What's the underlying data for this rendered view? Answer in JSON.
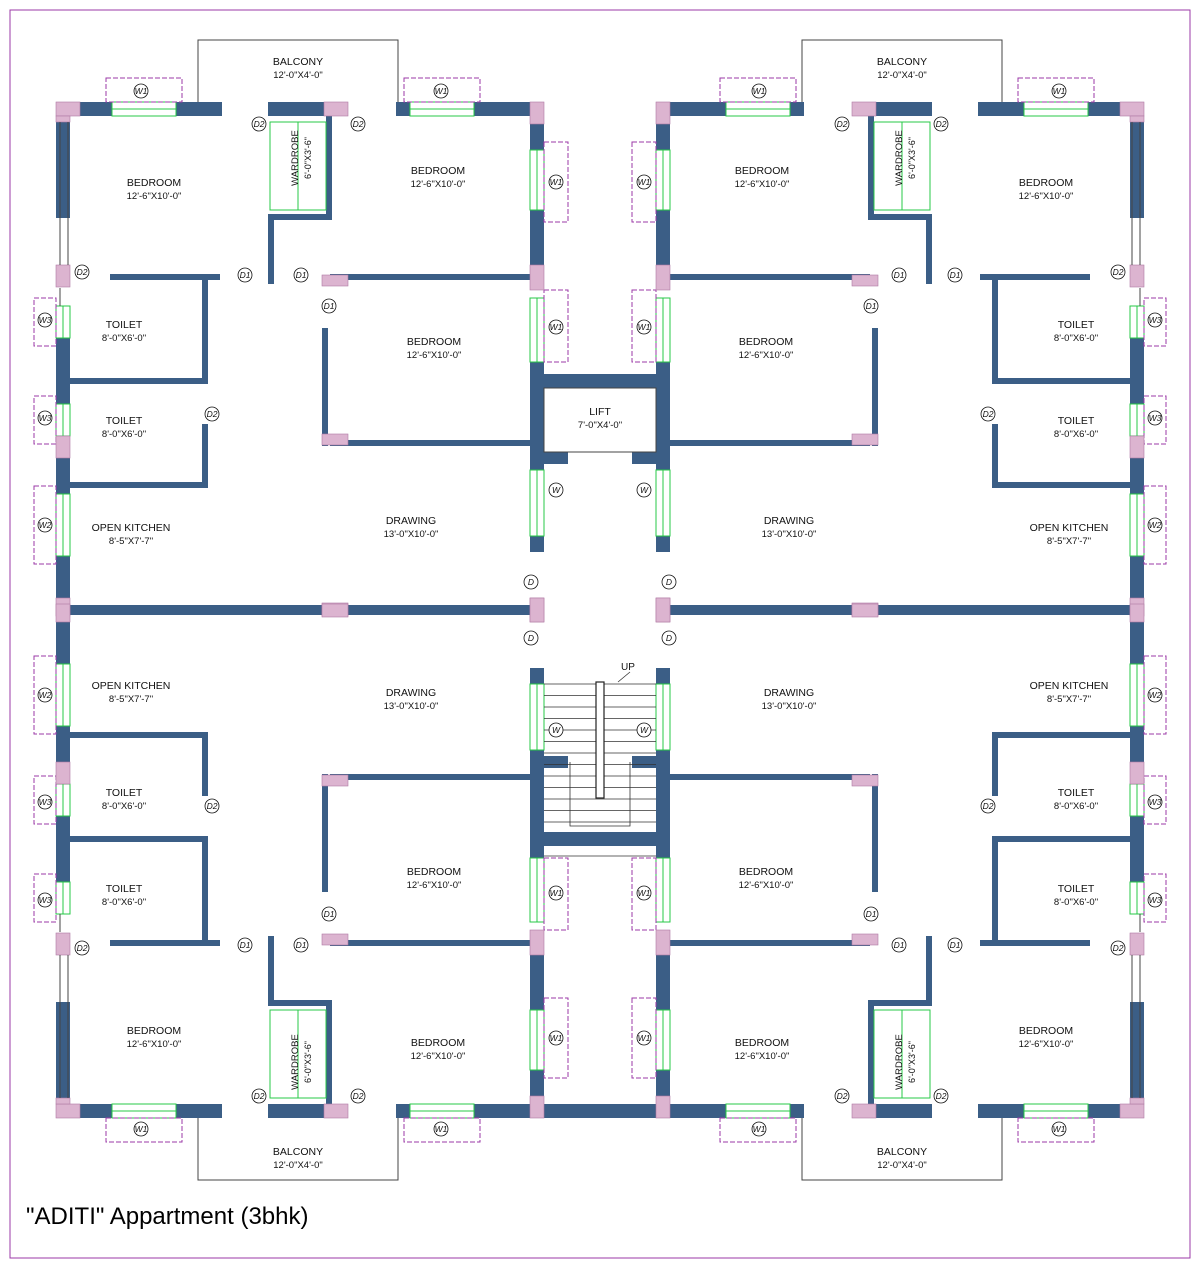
{
  "title": "\"ADITI\" Appartment (3bhk)",
  "colors": {
    "wall": "#3b5e86",
    "column": "#dcb4d0",
    "window": "#27c847",
    "frame": "#9b39a7",
    "line": "#444444"
  },
  "labels": {
    "balcony": "BALCONY",
    "balcony_size": "12'-0\"X4'-0\"",
    "bedroom": "BEDROOM",
    "bedroom_size": "12'-6\"X10'-0\"",
    "wardrobe": "WARDROBE",
    "wardrobe_size": "6'-0\"X3'-6\"",
    "toilet": "TOILET",
    "toilet_size": "8'-0\"X6'-0\"",
    "kitchen": "OPEN KITCHEN",
    "kitchen_size": "8'-5\"X7'-7\"",
    "drawing": "DRAWING",
    "drawing_size": "13'-0\"X10'-0\"",
    "lift": "LIFT",
    "lift_size": "7'-0\"X4'-0\"",
    "stair_up": "UP",
    "door_d": "D",
    "door_d1": "D1",
    "door_d2": "D2",
    "win_w": "W",
    "win_w1": "W1",
    "win_w2": "W2",
    "win_w3": "W3"
  }
}
